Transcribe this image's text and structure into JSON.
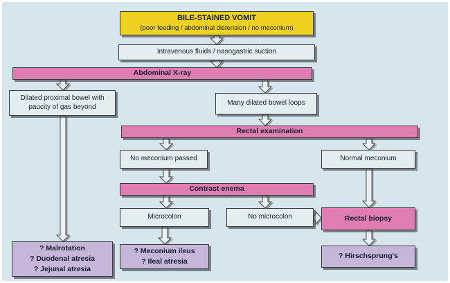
{
  "nodes": {
    "bile": {
      "title": "BILE-STAINED VOMIT",
      "subtitle": "(poor feeding / abdominal distension / no meconium)"
    },
    "iv_fluids": "Intravenous fluids / nasogastric suction",
    "abdominal_xray": "Abdominal X-ray",
    "dilated_proximal": "Dilated proximal bowel with paucity of gas beyond",
    "many_loops": "Many dilated bowel loops",
    "rectal_exam": "Rectal examination",
    "no_meconium": "No meconium passed",
    "normal_meconium": "Normal meconium",
    "contrast_enema": "Contrast enema",
    "microcolon": "Microcolon",
    "no_microcolon": "No microcolon",
    "rectal_biopsy": "Rectal biopsy",
    "dx_left": {
      "lines": [
        "? Malrotation",
        "? Duodenal atresia",
        "? Jejunal atresia"
      ]
    },
    "dx_mid": {
      "lines": [
        "? Meconium ileus",
        "? Ileal atresia"
      ]
    },
    "dx_right": "? Hirschsprung's"
  },
  "edges": [
    {
      "from": "bile_stained_vomit",
      "to": "iv_fluids"
    },
    {
      "from": "iv_fluids",
      "to": "abdominal_xray"
    },
    {
      "from": "abdominal_xray",
      "to": "dilated_proximal_bowel"
    },
    {
      "from": "abdominal_xray",
      "to": "many_dilated_bowel_loops"
    },
    {
      "from": "many_dilated_bowel_loops",
      "to": "rectal_examination"
    },
    {
      "from": "rectal_examination",
      "to": "no_meconium_passed"
    },
    {
      "from": "rectal_examination",
      "to": "normal_meconium"
    },
    {
      "from": "no_meconium_passed",
      "to": "contrast_enema"
    },
    {
      "from": "contrast_enema",
      "to": "microcolon"
    },
    {
      "from": "contrast_enema",
      "to": "no_microcolon"
    },
    {
      "from": "no_microcolon",
      "to": "rectal_biopsy"
    },
    {
      "from": "normal_meconium",
      "to": "rectal_biopsy"
    },
    {
      "from": "dilated_proximal_bowel",
      "to": "dx_malrotation_duodenal_jejunal_atresia"
    },
    {
      "from": "microcolon",
      "to": "dx_meconium_ileus_ileal_atresia"
    },
    {
      "from": "rectal_biopsy",
      "to": "dx_hirschsprungs"
    }
  ],
  "colors": {
    "background": "#d7e5ed",
    "start_box": "#f0d020",
    "process_box": "#e4edf0",
    "decision_bar": "#e07eb4",
    "diagnosis_box": "#c6b6da",
    "arrow_fill": "#e9f1f4"
  }
}
